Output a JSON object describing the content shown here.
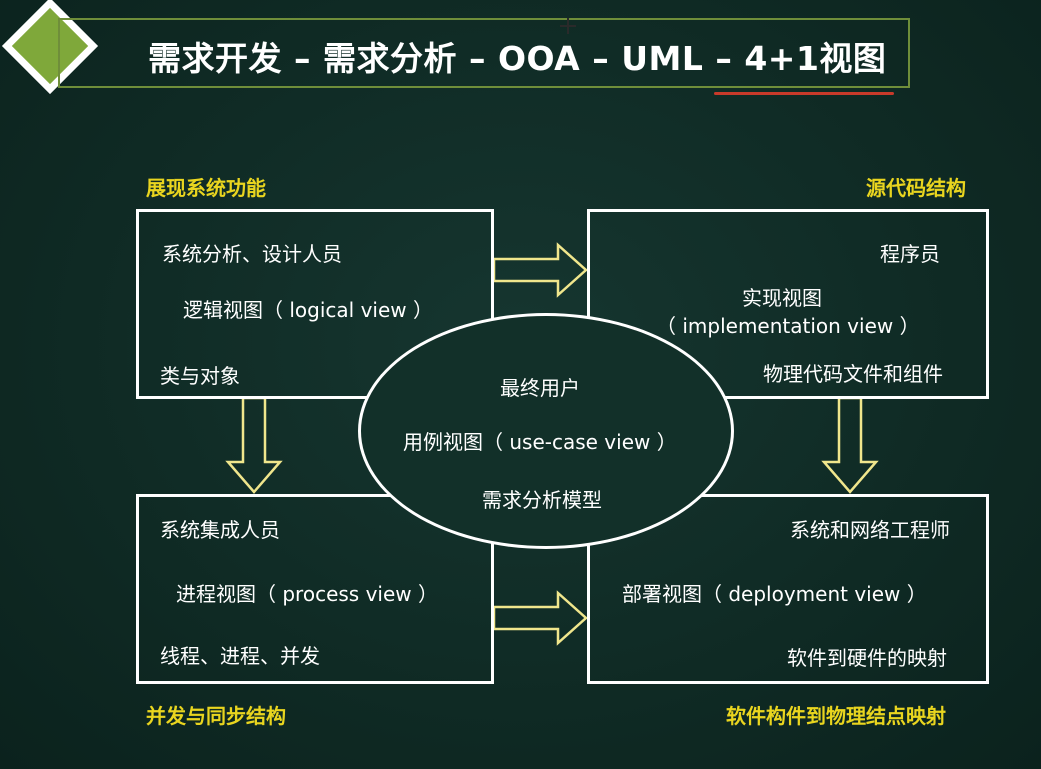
{
  "title": "需求开发 – 需求分析 – OOA – UML – 4+1视图",
  "colors": {
    "background": "#0f2a24",
    "accent_green": "#7fa83a",
    "caption_yellow": "#e9d51f",
    "underline_red": "#c83a2a",
    "arrow_fill": "#f0e68c"
  },
  "captions": {
    "top_left": "展现系统功能",
    "top_right": "源代码结构",
    "bottom_left": "并发与同步结构",
    "bottom_right": "软件构件到物理结点映射"
  },
  "logical_view": {
    "role": "系统分析、设计人员",
    "name": "逻辑视图（ logical view ）",
    "focus": "类与对象"
  },
  "implementation_view": {
    "role": "程序员",
    "name_cn": "实现视图",
    "name_en": "（ implementation view ）",
    "focus": "物理代码文件和组件"
  },
  "process_view": {
    "role": "系统集成人员",
    "name": "进程视图（ process view ）",
    "focus": "线程、进程、并发"
  },
  "deployment_view": {
    "role": "系统和网络工程师",
    "name": "部署视图（ deployment view ）",
    "focus": "软件到硬件的映射"
  },
  "use_case_view": {
    "role": "最终用户",
    "name": "用例视图（ use-case view ）",
    "focus": "需求分析模型"
  }
}
